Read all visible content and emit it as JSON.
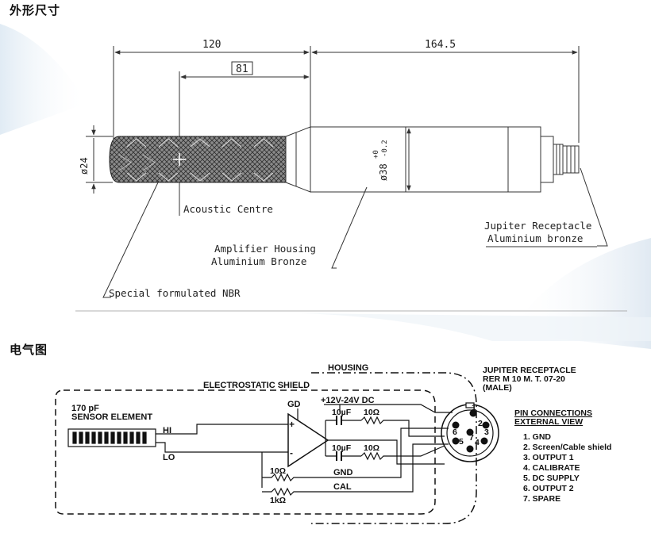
{
  "headings": {
    "dimensions": "外形尺寸",
    "electrical": "电气图"
  },
  "dimensions": {
    "d120": "120",
    "d164": "164.5",
    "d81": "81",
    "dia24": "ø24",
    "dia38": "ø38",
    "tol_plus": "+0",
    "tol_minus": "-0.2",
    "acoustic": "Acoustic Centre",
    "receptacle_1": "Jupiter Receptacle",
    "receptacle_2": "Aluminium bronze",
    "housing_1": "Amplifier Housing",
    "housing_2": "Aluminium Bronze",
    "nbr": "Special formulated NBR"
  },
  "schematic": {
    "housing": "HOUSING",
    "shield": "ELECTROSTATIC SHIELD",
    "sensor_1": "170 pF",
    "sensor_2": "SENSOR ELEMENT",
    "hi": "HI",
    "lo": "LO",
    "gd": "GD",
    "plus": "+",
    "minus": "-",
    "dc": "+12V-24V DC",
    "cap1": "10µF",
    "res1": "10Ω",
    "cap2": "10µF",
    "res2": "10Ω",
    "res3": "10Ω",
    "res4": "1kΩ",
    "gnd": "GND",
    "cal": "CAL",
    "jupiter_1": "JUPITER RECEPTACLE",
    "jupiter_2": "RER M 10 M. T. 07-20",
    "jupiter_3": "(MALE)",
    "pinconn_1": "PIN CONNECTIONS",
    "pinconn_2": "EXTERNAL VIEW",
    "pins": [
      "1. GND",
      "2. Screen/Cable shield",
      "3. OUTPUT 1",
      "4. CALIBRATE",
      "5. DC SUPPLY",
      "6. OUTPUT 2",
      "7. SPARE"
    ],
    "pin_numbers": [
      "1",
      "2",
      "3",
      "4",
      "5",
      "6",
      "7"
    ]
  }
}
